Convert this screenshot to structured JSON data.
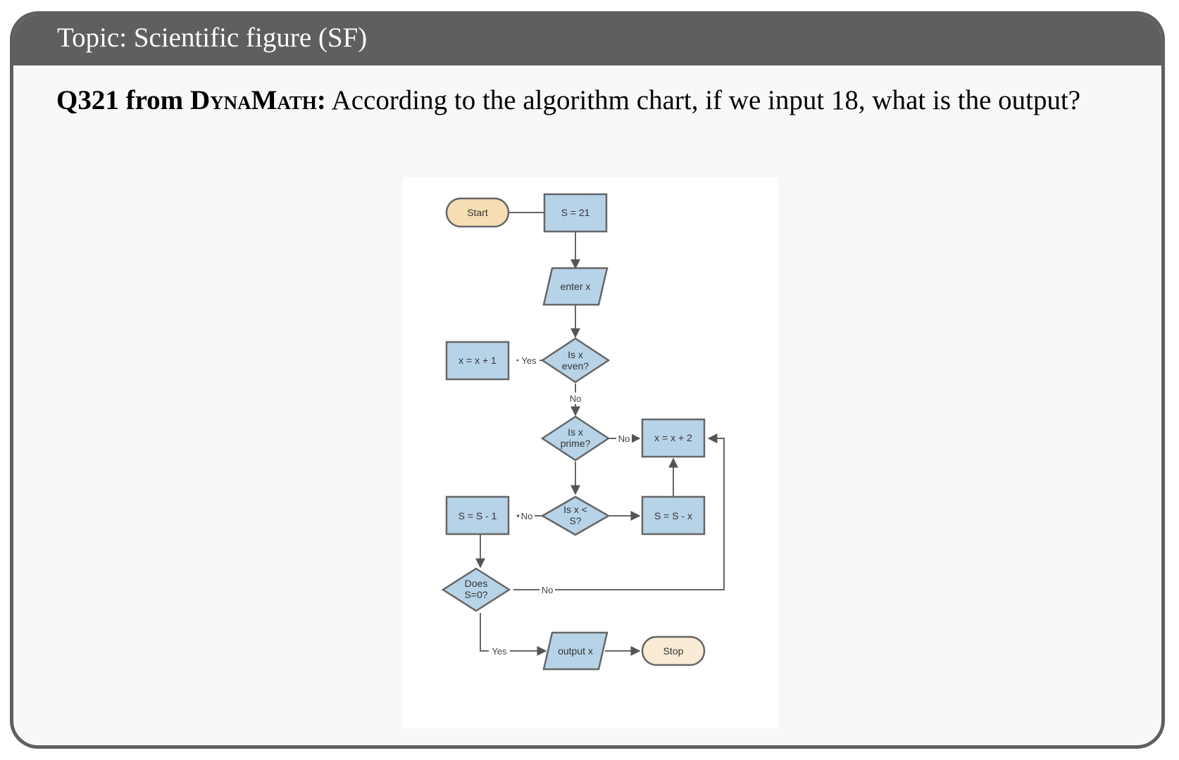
{
  "header": {
    "topic": "Topic: Scientific figure (SF)"
  },
  "question": {
    "id": "Q321",
    "from_word": "from",
    "source": "DynaMath",
    "text": "According to the algorithm chart, if we input 18, what is the output?"
  },
  "flowchart": {
    "colors": {
      "process": "#b7d3e8",
      "terminal_start": "#f5deb3",
      "terminal_stop": "#faebd7",
      "stroke": "#666666"
    },
    "nodes": {
      "start": "Start",
      "init": "S = 21",
      "input": "enter x",
      "even_q": [
        "Is x",
        "even?"
      ],
      "x_plus_1": "x = x + 1",
      "prime_q": [
        "Is x",
        "prime?"
      ],
      "x_plus_2": "x = x + 2",
      "lt_q": [
        "Is x <",
        "S?"
      ],
      "s_minus_1": "S = S - 1",
      "s_minus_x": "S = S - x",
      "zero_q": [
        "Does",
        "S=0?"
      ],
      "output": "output x",
      "stop": "Stop"
    },
    "edge_labels": {
      "even_yes": "Yes",
      "even_no": "No",
      "prime_no": "No",
      "lt_no": "No",
      "zero_no": "No",
      "zero_yes": "Yes"
    }
  }
}
